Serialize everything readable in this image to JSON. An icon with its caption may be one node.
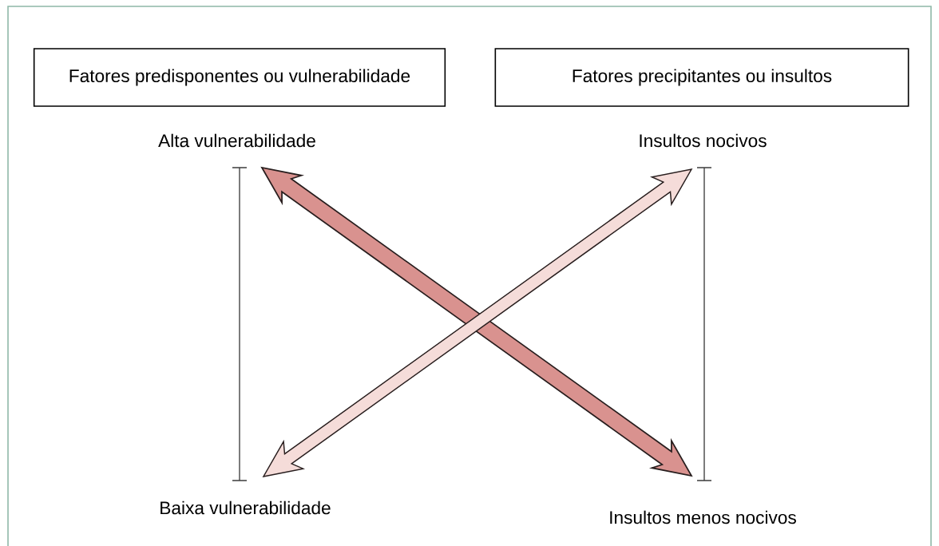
{
  "diagram": {
    "nodes": [
      {
        "text": [
          "Fatores predisponentes ou vulnerabilidade"
        ]
      },
      {
        "text": [
          "Fatores precipitantes ou insultos"
        ]
      },
      {
        "text": [
          "Alta vulnerabilidade"
        ]
      },
      {
        "text": [
          "Insultos nocivos"
        ]
      },
      {
        "text": [
          "Baixa vulnerabilidade"
        ]
      },
      {
        "text": [
          "Insultos menos nocivos"
        ]
      }
    ],
    "edges": [
      {
        "from": 2,
        "to": 5,
        "arrow": "both",
        "style": "thick",
        "color": "#d9928f"
      },
      {
        "from": 4,
        "to": 3,
        "arrow": "both",
        "color": "#f5dcd9"
      }
    ]
  }
}
